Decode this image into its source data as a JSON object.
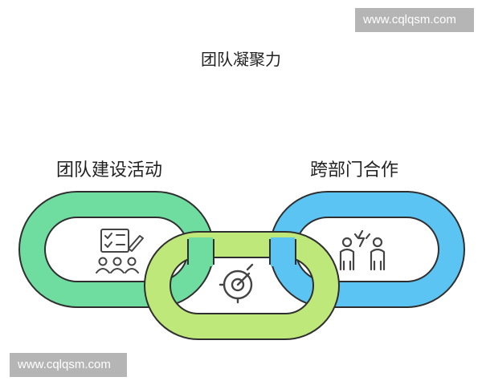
{
  "watermark": {
    "text": "www.cqlqsm.com"
  },
  "diagram": {
    "title": "团队凝聚力",
    "links": [
      {
        "label": "团队建设活动",
        "color": "#6fdca0",
        "icon": "checklist-team-icon"
      },
      {
        "label": "",
        "color": "#bfe87a",
        "icon": "target-dial-icon"
      },
      {
        "label": "跨部门合作",
        "color": "#5cc4f2",
        "icon": "two-people-spark-icon"
      }
    ]
  },
  "colors": {
    "outline": "#2f2f2f",
    "icon": "#444444"
  }
}
